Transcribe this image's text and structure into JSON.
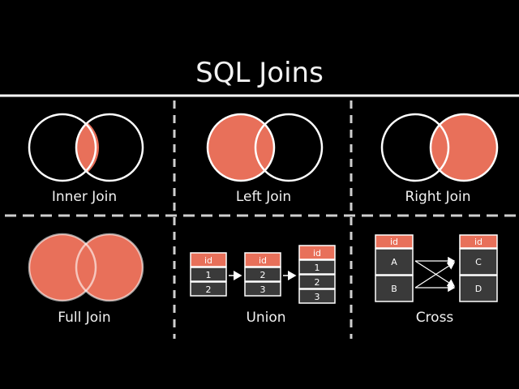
{
  "header": {
    "title": "SQL Joins"
  },
  "colors": {
    "background": "#000000",
    "fill": "#e8705a",
    "stroke": "#ffffff",
    "cell": "#3a3a3a",
    "divider": "#cfcfcf"
  },
  "panels": {
    "inner": {
      "label": "Inner Join"
    },
    "left": {
      "label": "Left Join"
    },
    "right": {
      "label": "Right Join"
    },
    "full": {
      "label": "Full Join"
    },
    "union": {
      "label": "Union",
      "table_a": {
        "header": "id",
        "rows": [
          "1",
          "2"
        ]
      },
      "table_b": {
        "header": "id",
        "rows": [
          "2",
          "3"
        ]
      },
      "result": {
        "header": "id",
        "rows": [
          "1",
          "2",
          "3"
        ]
      }
    },
    "cross": {
      "label": "Cross",
      "table_a": {
        "header": "id",
        "rows": [
          "A",
          "B"
        ]
      },
      "table_b": {
        "header": "id",
        "rows": [
          "C",
          "D"
        ]
      }
    }
  }
}
